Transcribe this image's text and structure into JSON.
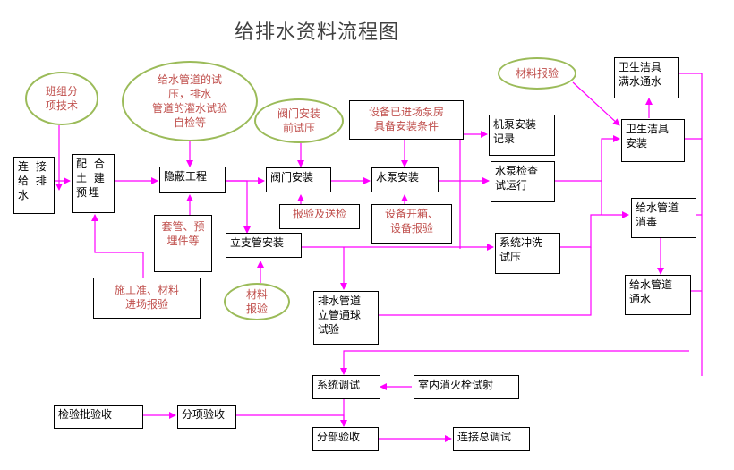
{
  "title": "给排水资料流程图",
  "colors": {
    "arrow": "#ff00ff",
    "oval_border": "#9bbb59",
    "note_text": "#c0504d",
    "box_text": "#000000",
    "title_text": "#404040"
  },
  "nodes": {
    "lianjie": "连 接\n给 排\n水",
    "peihe": "配 合\n土 建\n预埋",
    "yinbi": "隐蔽工程",
    "famen": "阀门安装",
    "shuibeng": "水泵安装",
    "jibeng_record": "机泵安装\n记录",
    "shuibeng_check": "水泵检查\n试运行",
    "weisheng_fill": "卫生洁具\n满水通水",
    "weisheng_install": "卫生洁具\n安装",
    "jishui_disinfect": "给水管道\n消毒",
    "jishui_flow": "给水管道\n通水",
    "lizhi": "立支管安装",
    "flush": "系统冲洗\n试压",
    "paishui": "排水管道\n立管通球\n试验",
    "system_debug": "系统调试",
    "fire_hydrant": "室内消火栓试射",
    "inspection": "检验批验收",
    "subitem": "分项验收",
    "subpart": "分部验收",
    "final_debug": "连接总调试"
  },
  "notes": {
    "taoguan": "套管、预\n埋件等",
    "baoyan": "报验及送检",
    "kaixiang": "设备开箱、\n设备报验",
    "shigong": "施工准、材料\n进场报验",
    "equip_ready": "设备已进场泵房\n具备安装条件"
  },
  "ovals": {
    "banzu": "班组分\n项技术",
    "jishui_test": "给水管道的试\n压，排水\n管道的灌水试验\n自检等",
    "famen_pretest": "阀门安装\n前试压",
    "material_top": "材料报验",
    "material_bottom": "材料\n报验"
  }
}
